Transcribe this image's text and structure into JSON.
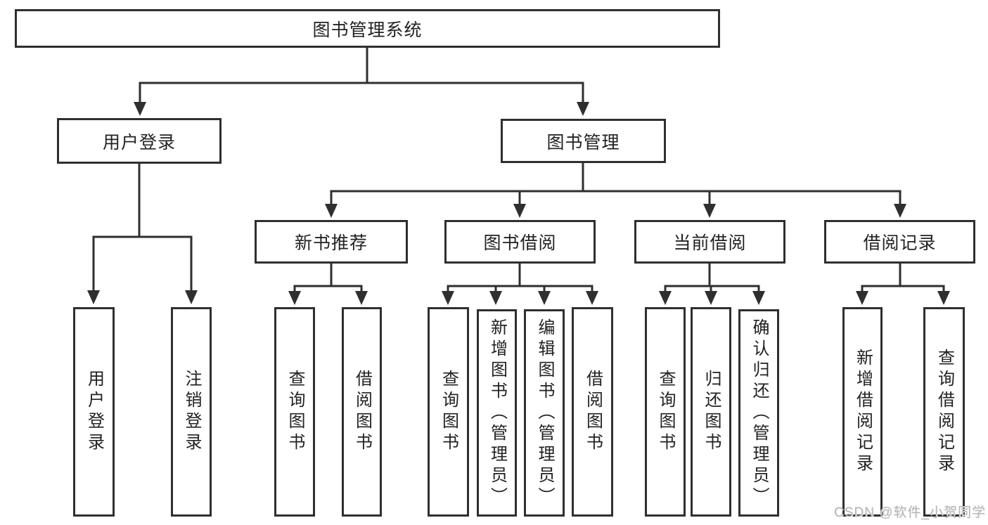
{
  "tree": {
    "root": {
      "label": "图书管理系统"
    },
    "login": {
      "label": "用户登录",
      "children": [
        {
          "label": "用户登录"
        },
        {
          "label": "注销登录"
        }
      ]
    },
    "manage": {
      "label": "图书管理",
      "children": [
        {
          "label": "新书推荐",
          "children": [
            {
              "label": "查询图书"
            },
            {
              "label": "借阅图书"
            }
          ]
        },
        {
          "label": "图书借阅",
          "children": [
            {
              "label": "查询图书"
            },
            {
              "label": "新增图书（管理员）"
            },
            {
              "label": "编辑图书（管理员）"
            },
            {
              "label": "借阅图书"
            }
          ]
        },
        {
          "label": "当前借阅",
          "children": [
            {
              "label": "查询图书"
            },
            {
              "label": "归还图书"
            },
            {
              "label": "确认归还（管理员）"
            }
          ]
        },
        {
          "label": "借阅记录",
          "children": [
            {
              "label": "新增借阅记录"
            },
            {
              "label": "查询借阅记录"
            }
          ]
        }
      ]
    }
  },
  "watermark": {
    "text": "CSDN @软件_小贺同学"
  },
  "colors": {
    "line": "#2f2f2f",
    "text": "#222222",
    "box_background": "#ffffff",
    "watermark": "#b5b5b5",
    "background": "#ffffff"
  }
}
